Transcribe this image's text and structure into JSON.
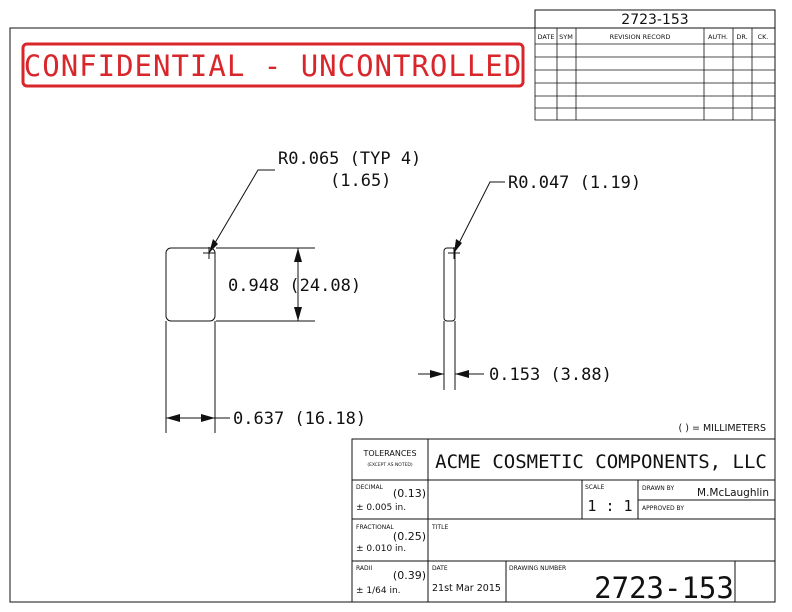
{
  "drawing_number_top": "2723-153",
  "stamp": "CONFIDENTIAL - UNCONTROLLED",
  "stamp_color": "#d8262b",
  "revision": {
    "headers": [
      "DATE",
      "SYM",
      "REVISION RECORD",
      "AUTH.",
      "DR.",
      "CK."
    ]
  },
  "dimensions": {
    "radius_main": "R0.065 (TYP 4)",
    "radius_main_mm": "(1.65)",
    "radius_small": "R0.047 (1.19)",
    "height": "0.948 (24.08)",
    "width": "0.637 (16.18)",
    "thickness": "0.153 (3.88)"
  },
  "units_note": "( ) = MILLIMETERS",
  "title_block": {
    "tolerances_title": "TOLERANCES",
    "tolerances_sub": "(EXCEPT AS NOTED)",
    "company": "ACME COSMETIC COMPONENTS, LLC",
    "decimal_label": "DECIMAL",
    "decimal_mm": "(0.13)",
    "decimal_value": "± 0.005 in.",
    "fractional_label": "FRACTIONAL",
    "fractional_mm": "(0.25)",
    "fractional_value": "± 0.010 in.",
    "radii_label": "RADII",
    "radii_mm": "(0.39)",
    "radii_value": "± 1/64 in.",
    "scale_label": "SCALE",
    "scale_value": "1 : 1",
    "drawn_by_label": "DRAWN BY",
    "drawn_by_value": "M.McLaughlin",
    "approved_by_label": "APPROVED BY",
    "title_label": "TITLE",
    "date_label": "DATE",
    "date_value": "21st Mar 2015",
    "drawing_number_label": "DRAWING NUMBER",
    "drawing_number": "2723-153"
  }
}
